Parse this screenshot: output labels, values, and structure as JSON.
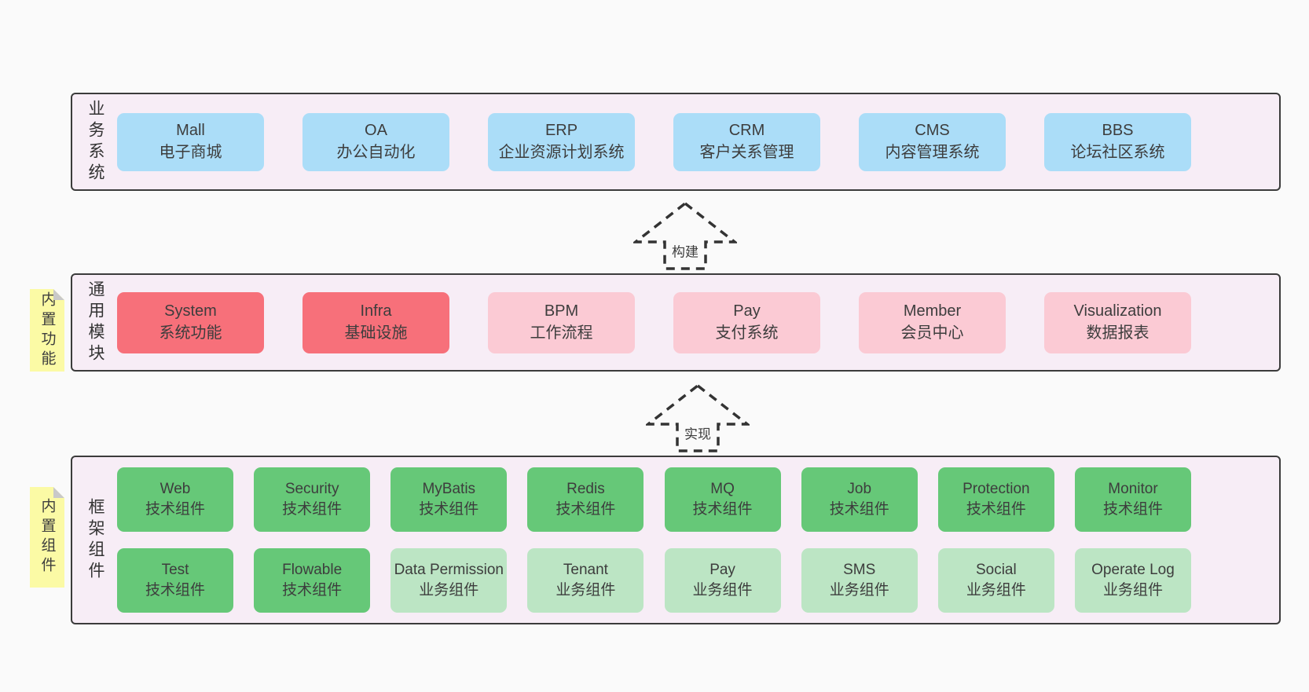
{
  "diagram": {
    "sections": [
      {
        "id": "business-systems",
        "label": "业务系统",
        "boxes": [
          {
            "title": "Mall",
            "subtitle": "电子商城",
            "variant": "blue"
          },
          {
            "title": "OA",
            "subtitle": "办公自动化",
            "variant": "blue"
          },
          {
            "title": "ERP",
            "subtitle": "企业资源计划系统",
            "variant": "blue"
          },
          {
            "title": "CRM",
            "subtitle": "客户关系管理",
            "variant": "blue"
          },
          {
            "title": "CMS",
            "subtitle": "内容管理系统",
            "variant": "blue"
          },
          {
            "title": "BBS",
            "subtitle": "论坛社区系统",
            "variant": "blue"
          }
        ]
      },
      {
        "id": "common-modules",
        "label": "通用模块",
        "sticky_note": "内置功能",
        "boxes": [
          {
            "title": "System",
            "subtitle": "系统功能",
            "variant": "red"
          },
          {
            "title": "Infra",
            "subtitle": "基础设施",
            "variant": "red"
          },
          {
            "title": "BPM",
            "subtitle": "工作流程",
            "variant": "pink"
          },
          {
            "title": "Pay",
            "subtitle": "支付系统",
            "variant": "pink"
          },
          {
            "title": "Member",
            "subtitle": "会员中心",
            "variant": "pink"
          },
          {
            "title": "Visualization",
            "subtitle": "数据报表",
            "variant": "pink"
          }
        ]
      },
      {
        "id": "framework-components",
        "label": "框架组件",
        "sticky_note": "内置组件",
        "rows": [
          [
            {
              "title": "Web",
              "subtitle": "技术组件",
              "variant": "green"
            },
            {
              "title": "Security",
              "subtitle": "技术组件",
              "variant": "green"
            },
            {
              "title": "MyBatis",
              "subtitle": "技术组件",
              "variant": "green"
            },
            {
              "title": "Redis",
              "subtitle": "技术组件",
              "variant": "green"
            },
            {
              "title": "MQ",
              "subtitle": "技术组件",
              "variant": "green"
            },
            {
              "title": "Job",
              "subtitle": "技术组件",
              "variant": "green"
            },
            {
              "title": "Protection",
              "subtitle": "技术组件",
              "variant": "green"
            },
            {
              "title": "Monitor",
              "subtitle": "技术组件",
              "variant": "green"
            }
          ],
          [
            {
              "title": "Test",
              "subtitle": "技术组件",
              "variant": "green"
            },
            {
              "title": "Flowable",
              "subtitle": "技术组件",
              "variant": "green"
            },
            {
              "title": "Data Permission",
              "subtitle": "业务组件",
              "variant": "green-light"
            },
            {
              "title": "Tenant",
              "subtitle": "业务组件",
              "variant": "green-light"
            },
            {
              "title": "Pay",
              "subtitle": "业务组件",
              "variant": "green-light"
            },
            {
              "title": "SMS",
              "subtitle": "业务组件",
              "variant": "green-light"
            },
            {
              "title": "Social",
              "subtitle": "业务组件",
              "variant": "green-light"
            },
            {
              "title": "Operate Log",
              "subtitle": "业务组件",
              "variant": "green-light"
            }
          ]
        ]
      }
    ],
    "arrows": [
      {
        "label": "构建"
      },
      {
        "label": "实现"
      }
    ],
    "colors": {
      "page_bg": "#fafafa",
      "container_bg": "#f7edf6",
      "container_border": "#3b3b3b",
      "blue": "#abddf8",
      "red": "#f7707a",
      "pink": "#fbcad4",
      "green": "#66c878",
      "green_light": "#bce5c4",
      "sticky": "#fbfaa5",
      "sticky_fold": "#c9c9c9",
      "text": "#3d3d3d",
      "arrow_stroke": "#333333"
    }
  }
}
